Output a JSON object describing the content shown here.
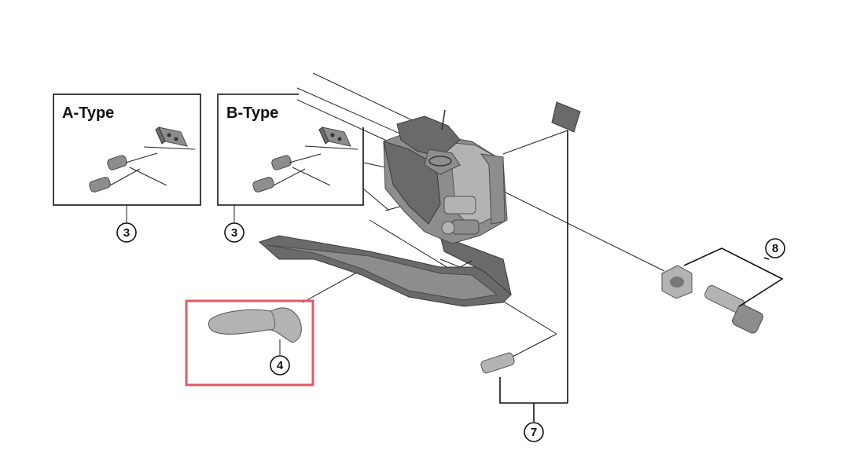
{
  "diagram": {
    "type_boxes": [
      {
        "label": "A-Type",
        "callout": "3"
      },
      {
        "label": "B-Type",
        "callout": "3"
      }
    ],
    "callouts": {
      "cable_fixing_piece": "4",
      "inner_parts": "7",
      "mounting_bolt_set": "8"
    },
    "highlight_color": "#e05a67"
  }
}
